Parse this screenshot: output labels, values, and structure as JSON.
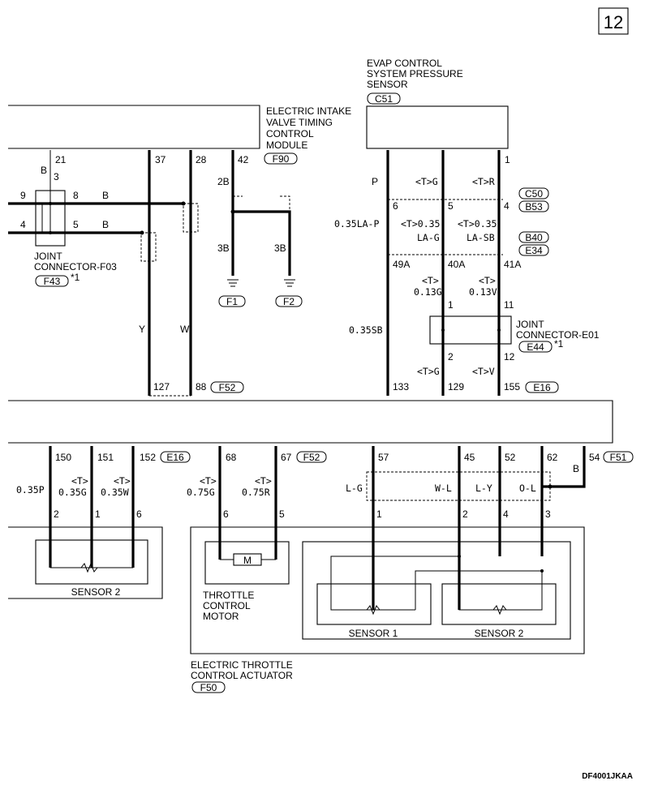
{
  "page_number": "12",
  "footer_code": "DF4001JKAA",
  "components": {
    "evap_sensor": {
      "name_lines": [
        "EVAP CONTROL",
        "SYSTEM PRESSURE",
        "SENSOR"
      ],
      "code": "C51"
    },
    "eivt_module": {
      "name_lines": [
        "ELECTRIC INTAKE",
        "VALVE TIMING",
        "CONTROL",
        "MODULE"
      ],
      "code": "F90"
    },
    "joint_f03": {
      "name_lines": [
        "JOINT",
        "CONNECTOR-F03"
      ],
      "code": "F43",
      "note": "*1"
    },
    "joint_e01": {
      "name_lines": [
        "JOINT",
        "CONNECTOR-E01"
      ],
      "code": "E44",
      "note": "*1"
    },
    "sensor2_left": {
      "name": "SENSOR 2"
    },
    "throttle_motor": {
      "name_lines": [
        "THROTTLE",
        "CONTROL",
        "MOTOR"
      ],
      "motor_symbol": "M"
    },
    "sensor1": {
      "name": "SENSOR 1"
    },
    "sensor2_right": {
      "name": "SENSOR 2"
    },
    "throttle_actuator": {
      "name_lines": [
        "ELECTRIC THROTTLE",
        "CONTROL ACTUATOR"
      ],
      "code": "F50"
    }
  },
  "connector_codes": {
    "c50": "C50",
    "b53": "B53",
    "b40": "B40",
    "e34": "E34",
    "f1": "F1",
    "f2": "F2",
    "f52_top": "F52",
    "e16_top": "E16",
    "e16_bottom": "E16",
    "f52_bottom": "F52",
    "f51": "F51"
  },
  "pins": {
    "p21": "21",
    "p3": "3",
    "p9": "9",
    "p8": "8",
    "p4": "4",
    "p5": "5",
    "p37": "37",
    "p28": "28",
    "p42": "42",
    "p127": "127",
    "p88": "88",
    "p1_top": "1",
    "p6": "6",
    "p5b": "5",
    "p4b": "4",
    "p49a": "49A",
    "p40a": "40A",
    "p41a": "41A",
    "p1j": "1",
    "p11j": "11",
    "p2j": "2",
    "p12j": "12",
    "p133": "133",
    "p129": "129",
    "p155": "155",
    "p150": "150",
    "p151": "151",
    "p152": "152",
    "p2a": "2",
    "p1a": "1",
    "p6a": "6",
    "p68": "68",
    "p67": "67",
    "p6m": "6",
    "p5m": "5",
    "p57": "57",
    "p45": "45",
    "p52": "52",
    "p62": "62",
    "p54": "54",
    "p1s": "1",
    "p2s": "2",
    "p4s": "4",
    "p3s": "3"
  },
  "wire_labels": {
    "b21": "B",
    "b8": "B",
    "b5": "B",
    "y": "Y",
    "w": "W",
    "b2": "2B",
    "b3a": "3B",
    "b3b": "3B",
    "p": "P",
    "tg": "<T>G",
    "tr": "<T>R",
    "lap": "0.35LA-P",
    "tlag": "<T>0.35",
    "lag": "LA-G",
    "tlasb": "<T>0.35",
    "lasb": "LA-SB",
    "t13g": "<T>",
    "v13g": "0.13G",
    "t13v": "<T>",
    "v13v": "0.13V",
    "sb": "0.35SB",
    "tg2": "<T>G",
    "tv": "<T>V",
    "p35p": "0.35P",
    "t35g": "<T>",
    "v35g": "0.35G",
    "t35w": "<T>",
    "v35w": "0.35W",
    "t75g": "<T>",
    "v75g": "0.75G",
    "t75r": "<T>",
    "v75r": "0.75R",
    "lg": "L-G",
    "wl": "W-L",
    "ly": "L-Y",
    "ol": "O-L",
    "b54": "B"
  }
}
